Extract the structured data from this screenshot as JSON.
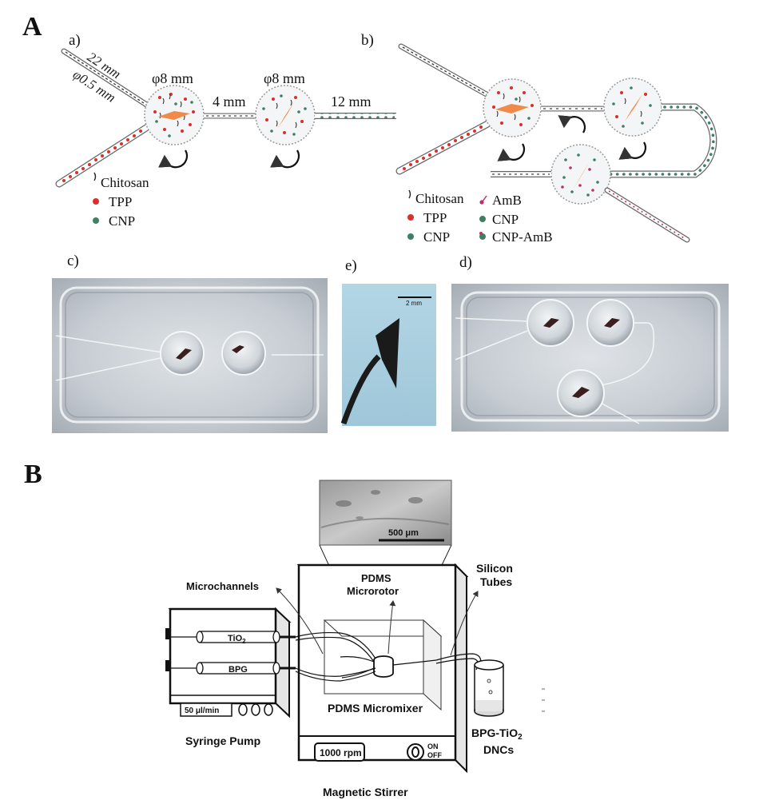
{
  "panelA": {
    "label": "A",
    "a": {
      "label": "a)",
      "dim_length": "22 mm",
      "dim_diameter": "φ0.5 mm",
      "chamber1": "φ8 mm",
      "chamber2": "φ8 mm",
      "gap": "4 mm",
      "outlet": "12 mm",
      "legend": [
        "Chitosan",
        "TPP",
        "CNP"
      ]
    },
    "b": {
      "label": "b)",
      "legend_left": [
        "Chitosan",
        "TPP",
        "CNP"
      ],
      "legend_right": [
        "AmB",
        "CNP",
        "CNP-AmB"
      ]
    },
    "c": {
      "label": "c)"
    },
    "d": {
      "label": "d)"
    },
    "e": {
      "label": "e)",
      "scale": "2 mm"
    }
  },
  "panelB": {
    "label": "B",
    "sem_scale": "500 μm",
    "microchannels": "Microchannels",
    "rotor_line1": "PDMS",
    "rotor_line2": "Microrotor",
    "tubes_line1": "Silicon",
    "tubes_line2": "Tubes",
    "syringe1_main": "TiO",
    "syringe1_sub": "2",
    "syringe2": "BPG",
    "flow_rate": "50 μl/min",
    "pump_label": "Syringe Pump",
    "micromixer": "PDMS Micromixer",
    "rpm": "1000 rpm",
    "switch_on": "ON",
    "switch_off": "OFF",
    "stirrer_label": "Magnetic Stirrer",
    "product_line1_main": "BPG-TiO",
    "product_line1_sub": "2",
    "product_line2": "DNCs"
  },
  "colors": {
    "tpp": "#d9302b",
    "cnp": "#3f7f64",
    "rotor": "#f08a4b",
    "amb": "#b8336a",
    "photo_bg": "#c9ced3",
    "inset_bg": "#a9cfe0"
  }
}
